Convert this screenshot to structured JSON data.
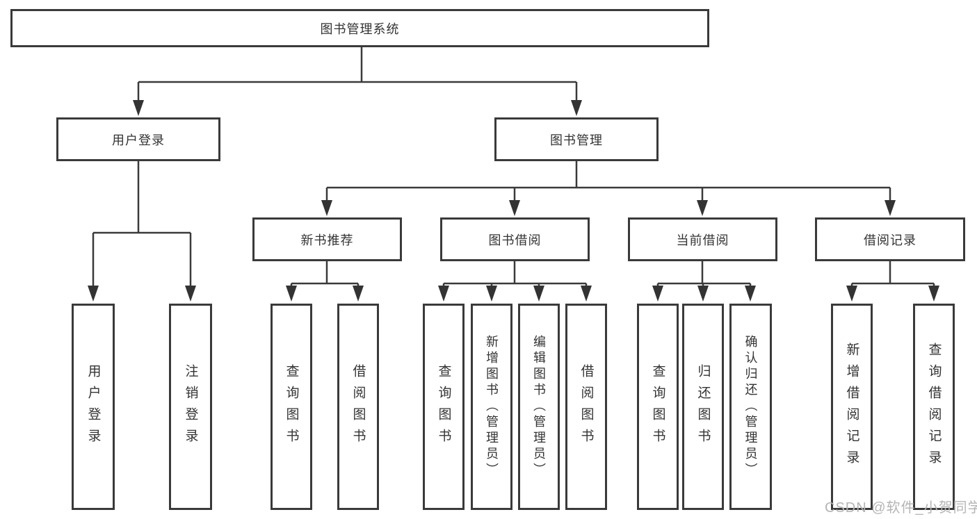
{
  "diagram": {
    "root": {
      "label": "图书管理系统"
    },
    "branches": [
      {
        "label": "用户登录",
        "children": [
          {
            "label": "用户登录"
          },
          {
            "label": "注销登录"
          }
        ]
      },
      {
        "label": "图书管理",
        "sections": [
          {
            "label": "新书推荐",
            "children": [
              {
                "label": "查询图书"
              },
              {
                "label": "借阅图书"
              }
            ]
          },
          {
            "label": "图书借阅",
            "children": [
              {
                "label": "查询图书"
              },
              {
                "label": "新增图书（管理员）"
              },
              {
                "label": "编辑图书（管理员）"
              },
              {
                "label": "借阅图书"
              }
            ]
          },
          {
            "label": "当前借阅",
            "children": [
              {
                "label": "查询图书"
              },
              {
                "label": "归还图书"
              },
              {
                "label": "确认归还（管理员）"
              }
            ]
          },
          {
            "label": "借阅记录",
            "children": [
              {
                "label": "新增借阅记录"
              },
              {
                "label": "查询借阅记录"
              }
            ]
          }
        ]
      }
    ]
  },
  "watermark": {
    "text": "CSDN @软件_小贺同学"
  },
  "colors": {
    "line": "#3a3a3a",
    "box_border": "#3a3a3a",
    "box_background": "#ffffff",
    "text": "#333333",
    "watermark": "#b5b5b5",
    "background": "#ffffff"
  }
}
